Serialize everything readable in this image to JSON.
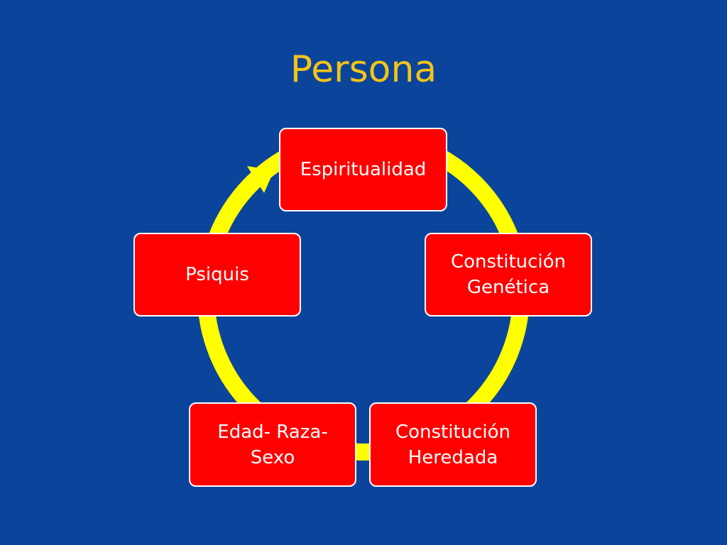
{
  "slide": {
    "title": "Persona",
    "colors": {
      "background": "#0b449b",
      "title": "#f2c418",
      "arrow": "#ffff00",
      "node_fill": "#ff0000",
      "node_border": "#ffffff",
      "node_text": "#ffffff"
    }
  },
  "cycle": {
    "nodes": [
      {
        "label": "Espiritualidad"
      },
      {
        "label": "Constitución\nGenética"
      },
      {
        "label": "Constitución\nHeredada"
      },
      {
        "label": "Edad- Raza-\nSexo"
      },
      {
        "label": "Psiquis"
      }
    ],
    "arrow_icon": "arrowhead-icon"
  }
}
